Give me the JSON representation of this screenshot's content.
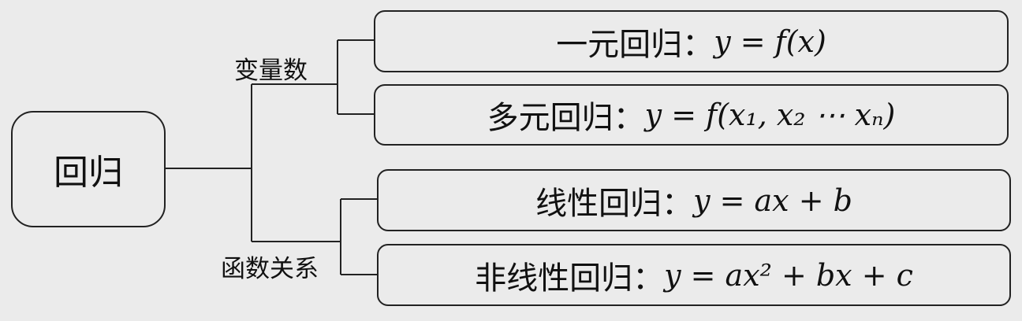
{
  "root": {
    "label": "回归"
  },
  "branches": [
    {
      "label": "变量数",
      "items": [
        {
          "name": "一元回归：",
          "formula": "y = f(x)"
        },
        {
          "name": "多元回归：",
          "formula": "y = f(x₁, x₂ ⋯ xₙ)"
        }
      ]
    },
    {
      "label": "函数关系",
      "items": [
        {
          "name": "线性回归：",
          "formula": "y = ax + b"
        },
        {
          "name": "非线性回归：",
          "formula": "y = ax² + bx + c"
        }
      ]
    }
  ]
}
